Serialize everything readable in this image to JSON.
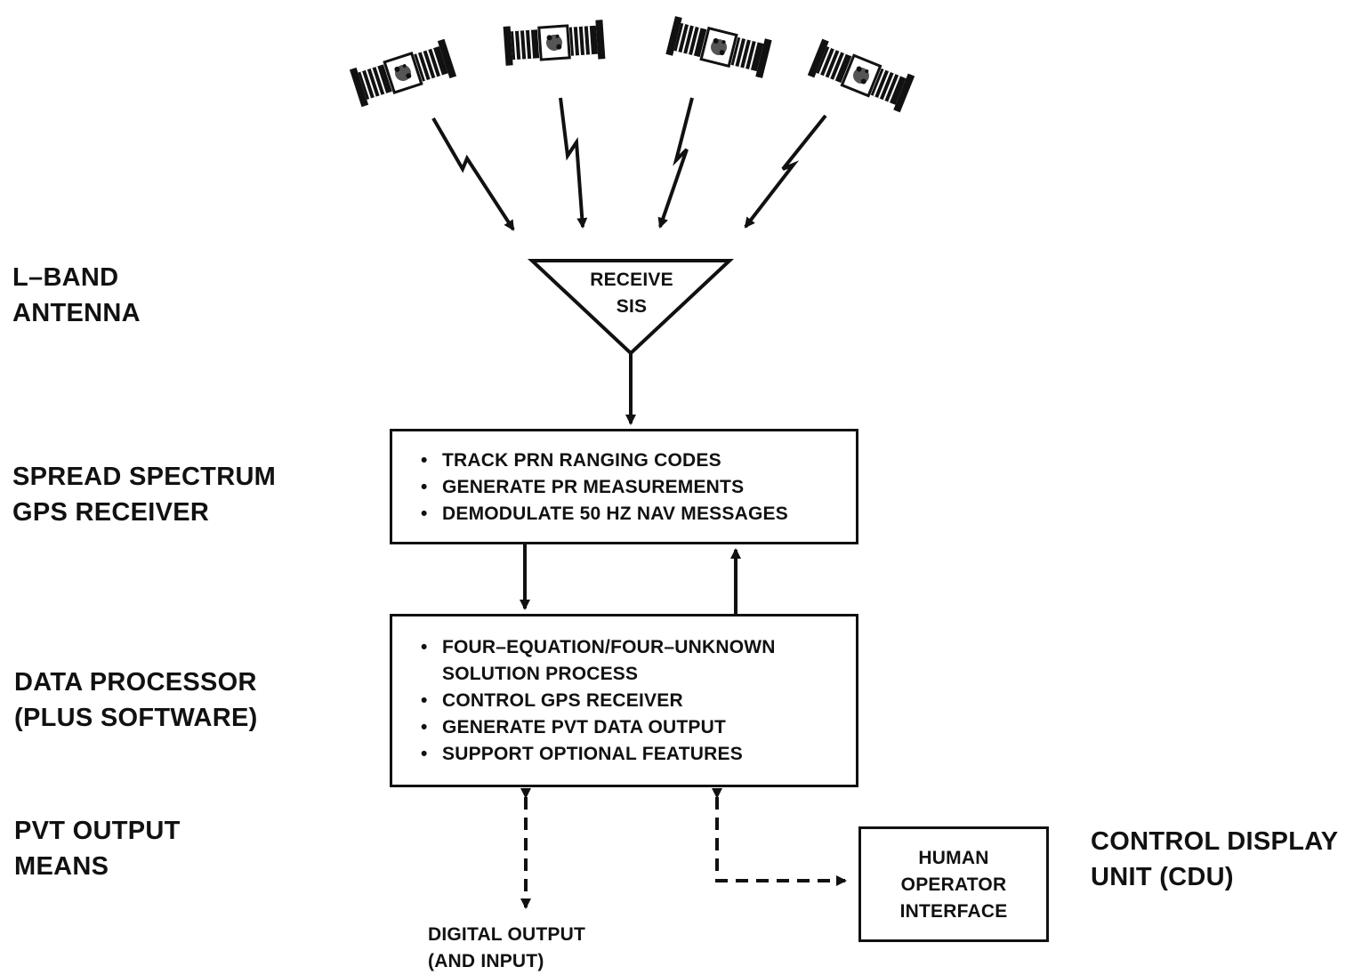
{
  "side_labels": {
    "antenna": "L–BAND\nANTENNA",
    "receiver": "SPREAD SPECTRUM\nGPS RECEIVER",
    "processor": "DATA PROCESSOR\n(PLUS SOFTWARE)",
    "pvt": "PVT OUTPUT\nMEANS",
    "cdu": "CONTROL DISPLAY\nUNIT (CDU)"
  },
  "antenna_triangle": {
    "text": "RECEIVE\nSIS"
  },
  "receiver_box": {
    "items": [
      "TRACK PRN RANGING CODES",
      "GENERATE PR MEASUREMENTS",
      "DEMODULATE 50 HZ NAV MESSAGES"
    ]
  },
  "processor_box": {
    "items": [
      {
        "line1": "FOUR–EQUATION/FOUR–UNKNOWN",
        "line2": "SOLUTION PROCESS"
      },
      {
        "line1": "CONTROL GPS RECEIVER"
      },
      {
        "line1": "GENERATE PVT DATA OUTPUT"
      },
      {
        "line1": "SUPPORT OPTIONAL FEATURES"
      }
    ]
  },
  "hoi_box": {
    "text": "HUMAN\nOPERATOR\nINTERFACE"
  },
  "digital_output": {
    "text": "DIGITAL OUTPUT\n(AND INPUT)"
  },
  "bullet_glyph": "•",
  "satellites": [
    "satellite-icon",
    "satellite-icon",
    "satellite-icon",
    "satellite-icon"
  ]
}
